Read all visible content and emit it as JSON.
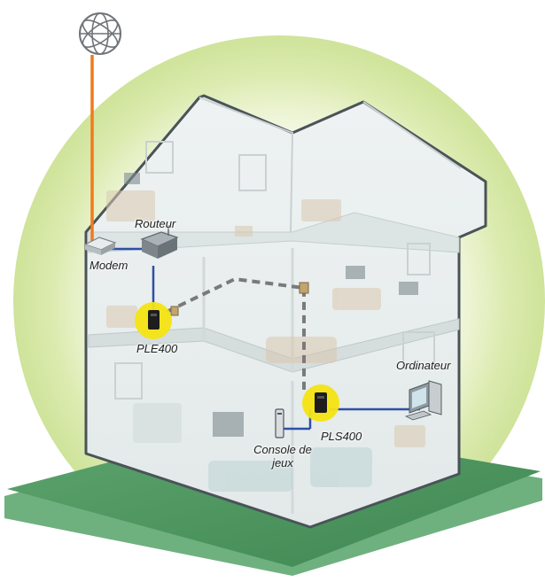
{
  "labels": {
    "routeur": "Routeur",
    "modem": "Modem",
    "ple400": "PLE400",
    "ordinateur": "Ordinateur",
    "pls400": "PLS400",
    "console_line1": "Console de",
    "console_line2": "jeux"
  },
  "icons": {
    "internet": "globe-icon",
    "modem": "modem-icon",
    "router": "router-icon",
    "adapter_1": "powerline-adapter-icon",
    "adapter_2": "powerline-adapter-icon",
    "computer": "desktop-computer-icon",
    "console": "game-console-icon"
  },
  "colors": {
    "ground": "#4f9a63",
    "halo": "#d9e9a8",
    "house_outline": "#4a5358",
    "internet_cable": "#f07a1c",
    "ethernet_cable": "#2e4fa8",
    "powerline_path": "#7a7a7a",
    "adapter_highlight": "#f4e412"
  }
}
